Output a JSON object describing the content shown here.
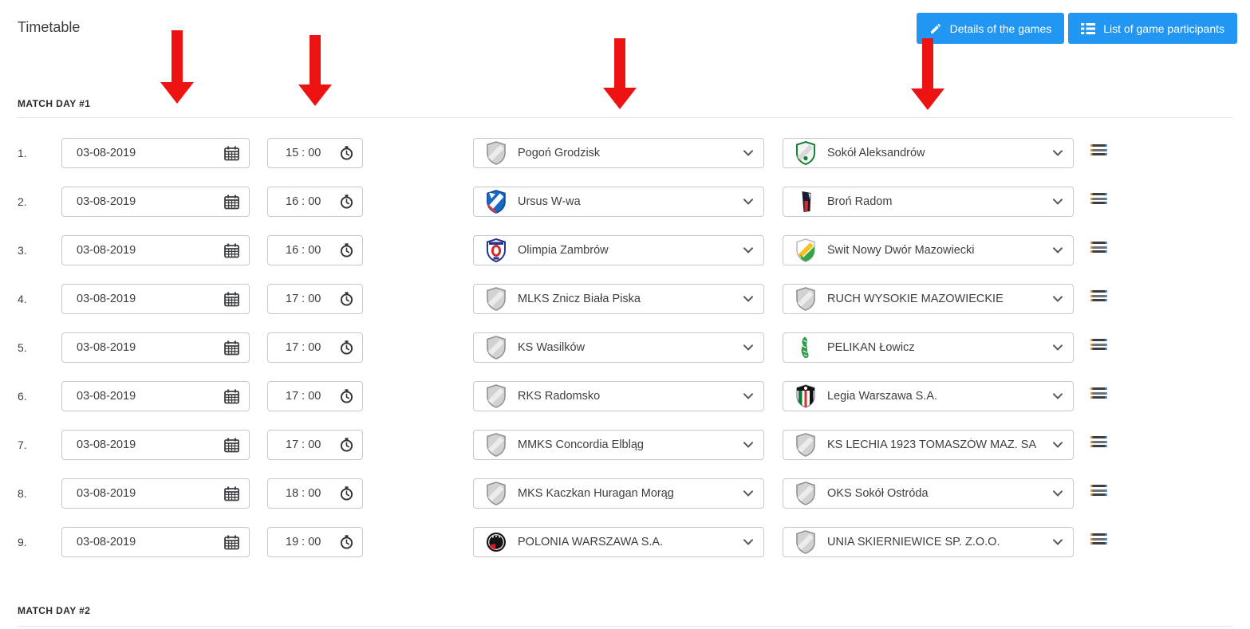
{
  "page": {
    "title": "Timetable"
  },
  "toolbar": {
    "details_button": {
      "label": "Details of the games",
      "icon": "pencil-icon"
    },
    "participants_button": {
      "label": "List of game participants",
      "icon": "list-icon"
    },
    "button_color": "#2196f3"
  },
  "annotations": {
    "arrow_color": "#ee1313",
    "arrows": [
      "date-column-arrow",
      "time-column-arrow",
      "home-team-column-arrow",
      "away-team-column-arrow"
    ]
  },
  "sections": [
    {
      "label": "MATCH DAY #1"
    },
    {
      "label": "MATCH DAY #2"
    }
  ],
  "matches": [
    {
      "num": "1.",
      "date": "03-08-2019",
      "time": "15 : 00",
      "home": {
        "name": "Pogoń Grodzisk",
        "badge": "shield-generic"
      },
      "away": {
        "name": "Sokół Aleksandrów",
        "badge": "sokol-aleksandrow"
      }
    },
    {
      "num": "2.",
      "date": "03-08-2019",
      "time": "16 : 00",
      "home": {
        "name": "Ursus W-wa",
        "badge": "ursus"
      },
      "away": {
        "name": "Broń Radom",
        "badge": "bron-radom"
      }
    },
    {
      "num": "3.",
      "date": "03-08-2019",
      "time": "16 : 00",
      "home": {
        "name": "Olimpia Zambrów",
        "badge": "olimpia"
      },
      "away": {
        "name": "Świt Nowy Dwór Mazowiecki",
        "badge": "swit"
      }
    },
    {
      "num": "4.",
      "date": "03-08-2019",
      "time": "17 : 00",
      "home": {
        "name": "MLKS Znicz Biała Piska",
        "badge": "shield-generic"
      },
      "away": {
        "name": "RUCH WYSOKIE MAZOWIECKIE",
        "badge": "shield-generic"
      }
    },
    {
      "num": "5.",
      "date": "03-08-2019",
      "time": "17 : 00",
      "home": {
        "name": "KS Wasilków",
        "badge": "shield-generic"
      },
      "away": {
        "name": "PELIKAN Łowicz",
        "badge": "pelikan"
      }
    },
    {
      "num": "6.",
      "date": "03-08-2019",
      "time": "17 : 00",
      "home": {
        "name": "RKS Radomsko",
        "badge": "shield-generic"
      },
      "away": {
        "name": "Legia Warszawa S.A.",
        "badge": "legia"
      }
    },
    {
      "num": "7.",
      "date": "03-08-2019",
      "time": "17 : 00",
      "home": {
        "name": "MMKS Concordia Elbląg",
        "badge": "shield-generic"
      },
      "away": {
        "name": "KS LECHIA 1923 TOMASZÓW MAZ. SA",
        "badge": "shield-generic"
      }
    },
    {
      "num": "8.",
      "date": "03-08-2019",
      "time": "18 : 00",
      "home": {
        "name": "MKS Kaczkan Huragan Morąg",
        "badge": "shield-generic"
      },
      "away": {
        "name": "OKS Sokół Ostróda",
        "badge": "shield-generic"
      }
    },
    {
      "num": "9.",
      "date": "03-08-2019",
      "time": "19 : 00",
      "home": {
        "name": "POLONIA WARSZAWA S.A.",
        "badge": "polonia"
      },
      "away": {
        "name": "UNIA SKIERNIEWICE SP. Z.O.O.",
        "badge": "shield-generic"
      }
    }
  ]
}
